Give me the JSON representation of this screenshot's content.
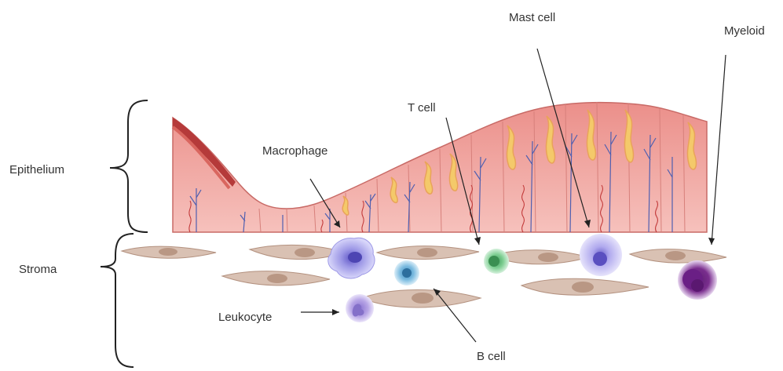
{
  "labels": {
    "epithelium": "Epithelium",
    "stroma": "Stroma",
    "macrophage": "Macrophage",
    "t_cell": "T cell",
    "mast_cell": "Mast cell",
    "myeloid": "Myeloid",
    "leukocyte": "Leukocyte",
    "b_cell": "B cell"
  },
  "colors": {
    "epithelium_fill": "#f2a9a4",
    "epithelium_edge": "#c84b4b",
    "fibroblast": "#d9c1b3",
    "fibroblast_nucleus": "#b99784",
    "macrophage": "#a9a6e8",
    "mast_cell": "#b7b0ee",
    "myeloid": "#7a2e8e",
    "t_cell": "#7fcf93",
    "b_cell": "#7bbbe0",
    "leukocyte": "#b8a6e6"
  }
}
